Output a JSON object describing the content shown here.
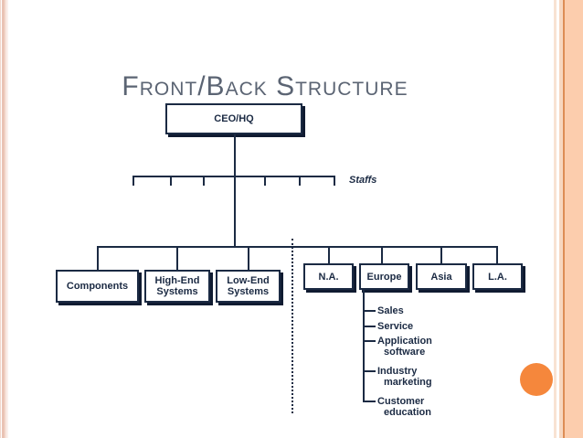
{
  "slide": {
    "title": "Front/Back Structure",
    "staffs_label": "Staffs"
  },
  "org": {
    "root": {
      "label": "CEO/HQ"
    },
    "front_units": [
      {
        "label": "Components"
      },
      {
        "label": "High-End\nSystems"
      },
      {
        "label": "Low-End\nSystems"
      }
    ],
    "back_units": [
      {
        "label": "N.A."
      },
      {
        "label": "Europe"
      },
      {
        "label": "Asia"
      },
      {
        "label": "L.A."
      }
    ],
    "europe_functions": [
      {
        "label": "Sales"
      },
      {
        "label": "Service"
      },
      {
        "label": "Application\nsoftware"
      },
      {
        "label": "Industry\nmarketing"
      },
      {
        "label": "Customer\neducation"
      }
    ]
  },
  "colors": {
    "line": "#1b2a43",
    "box_shadow": "#101b31",
    "title_text": "#5b6473",
    "accent_circle": "#f5873c",
    "frame_peach_band": "#fccdad",
    "frame_orange_line": "#dd8d55",
    "frame_pink_stripe": "#eac3b4"
  }
}
